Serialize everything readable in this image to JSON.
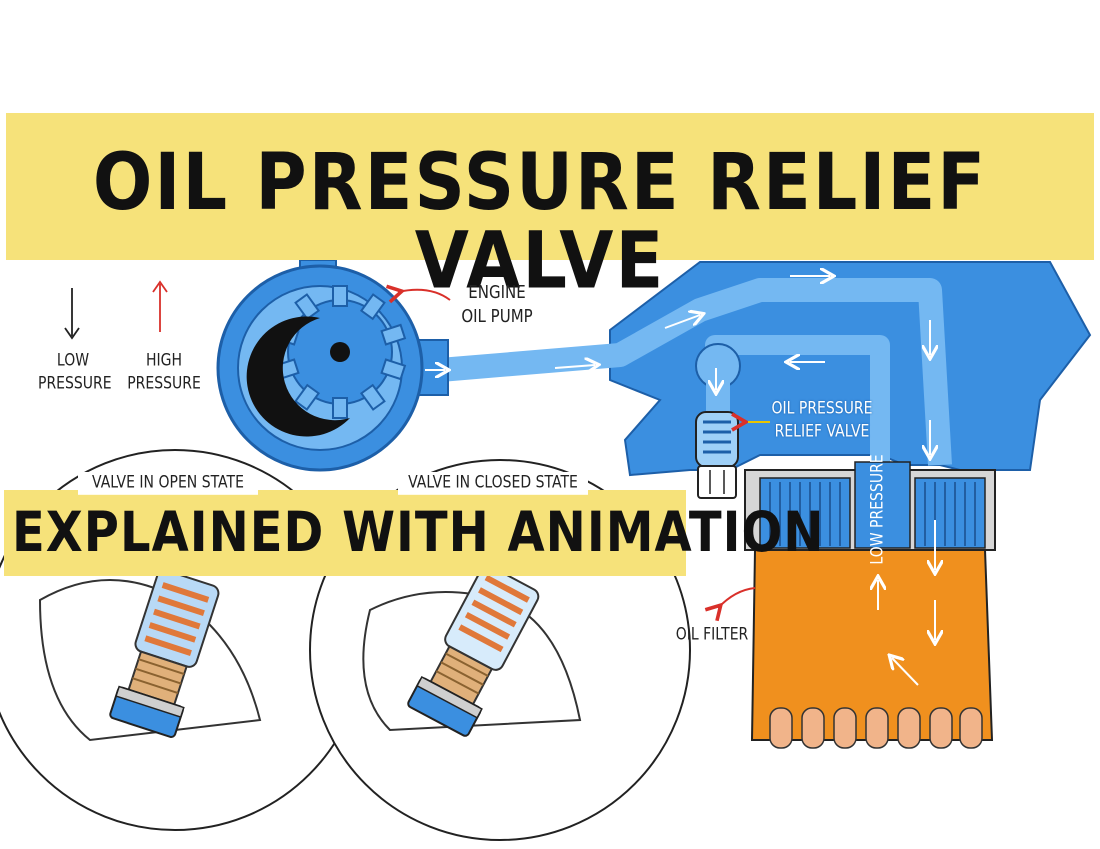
{
  "title": "OIL PRESSURE RELIEF VALVE",
  "subtitle": "EXPLAINED WITH ANIMATION",
  "legend": {
    "low_label_1": "LOW",
    "low_label_2": "PRESSURE",
    "high_label_1": "HIGH",
    "high_label_2": "PRESSURE"
  },
  "labels": {
    "engine_1": "ENGINE",
    "engine_2": "OIL PUMP",
    "relief_1": "OIL PRESSURE",
    "relief_2": "RELIEF VALVE",
    "low_pressure": "LOW PRESSURE",
    "oil_filter": "OIL FILTER",
    "open_state": "VALVE IN OPEN STATE",
    "closed_state": "VALVE IN CLOSED STATE"
  },
  "colors": {
    "banner": "#f6e27a",
    "blue": "#3b8fe0",
    "blue_light": "#74b8f2",
    "orange": "#f0901e",
    "red_arrow": "#d9302a"
  }
}
